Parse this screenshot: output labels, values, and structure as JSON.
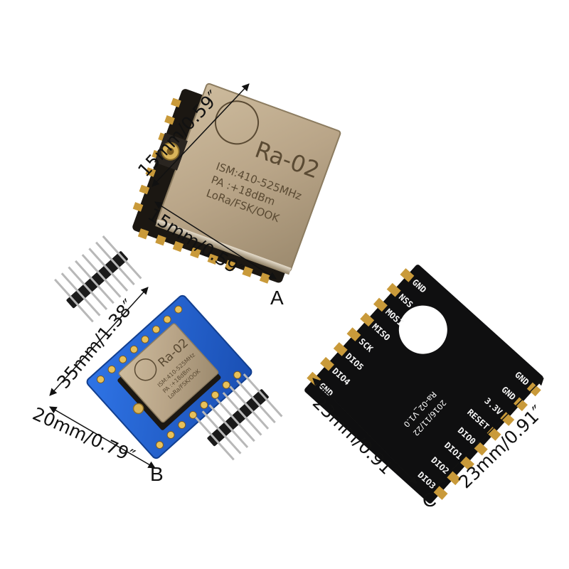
{
  "colors": {
    "background": "#ffffff",
    "shield_metal": "#b9a588",
    "board_blue": "#1e5fd1",
    "board_black": "#0f0f10",
    "gold_pad": "#c99a3a"
  },
  "module_a": {
    "logo": "Ra-02",
    "line1": "ISM:410-525MHz",
    "line2": "PA :+18dBm",
    "line3": "LoRa/FSK/OOK",
    "dim_side": "15mm/0.59″",
    "dim_bottom": "15mm/0.59″",
    "letter": "A"
  },
  "module_b": {
    "logo": "Ra-02",
    "line1": "ISM:410-525MHz",
    "line2": "PA :+18dBm",
    "line3": "LoRa/FSK/OOK",
    "dim_side": "35mm/1.38″",
    "dim_bottom": "20mm/0.79″",
    "letter": "B"
  },
  "module_c": {
    "pins_left": [
      "GND",
      "NSS",
      "MOSI",
      "MISO",
      "SCK",
      "DIO5",
      "DIO4",
      "GND"
    ],
    "pins_right": [
      "GND",
      "GND",
      "3.3V",
      "RESET",
      "DIO0",
      "DIO1",
      "DIO2",
      "DIO3"
    ],
    "version": "Ra-02_V1.0",
    "date": "2016/11/22",
    "dim_left": "23mm/0.91″",
    "dim_right": "23mm/0.91″",
    "letter": "C"
  }
}
